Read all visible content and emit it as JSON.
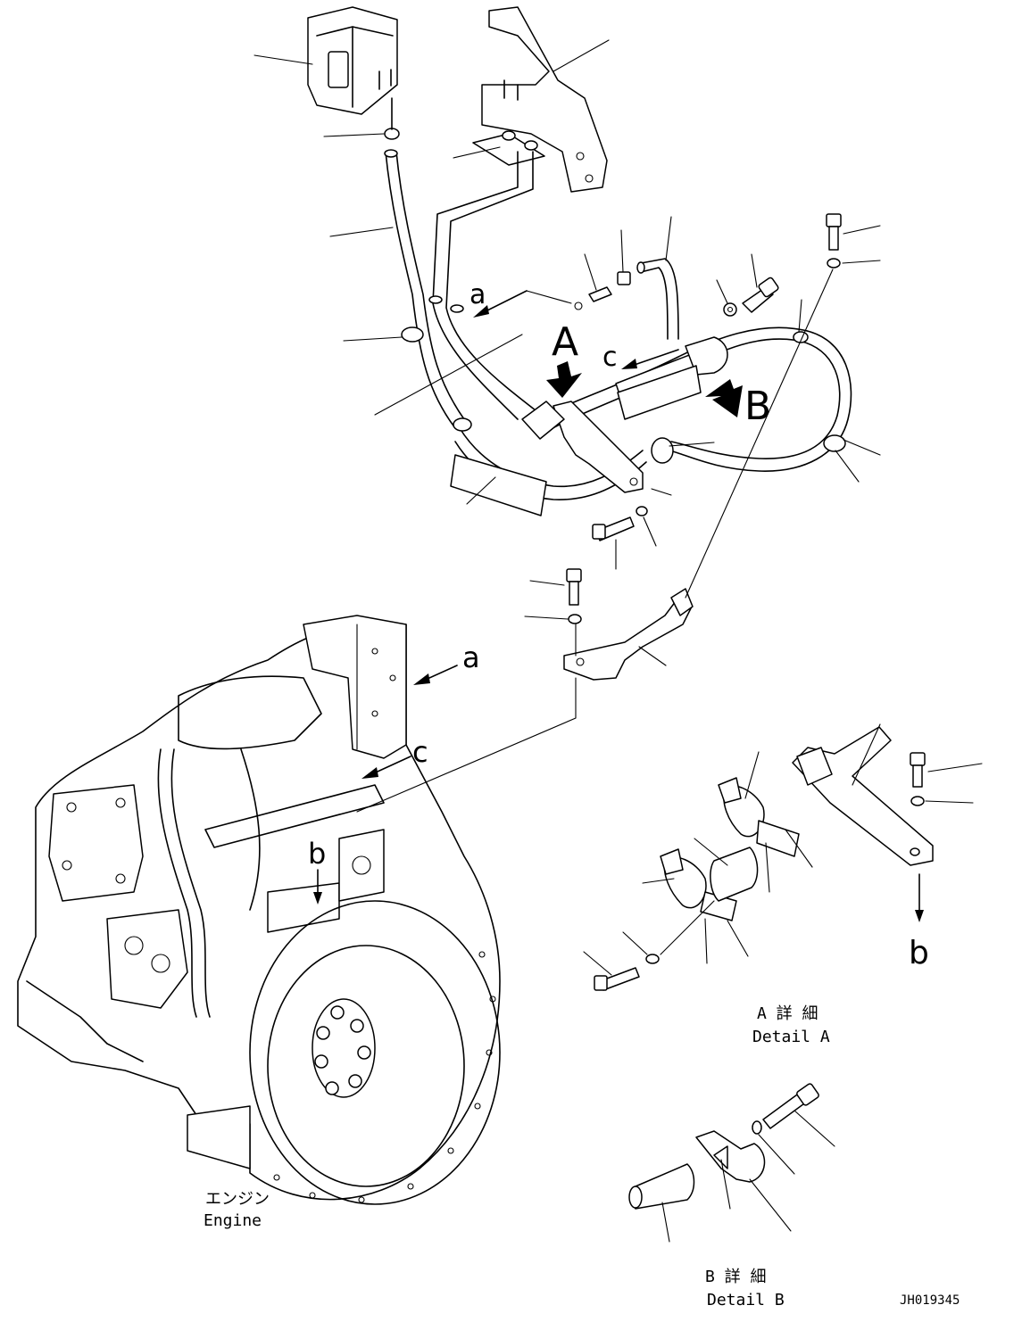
{
  "view_labels": {
    "a_top": "a",
    "c_top": "c",
    "A_big": "A",
    "B_big": "B",
    "a_engine": "a",
    "c_engine": "c",
    "b_engine": "b",
    "b_detail": "b"
  },
  "detail_a": {
    "title_jp": "A 詳 細",
    "title_en": "Detail A"
  },
  "detail_b": {
    "title_jp": "B 詳 細",
    "title_en": "Detail B"
  },
  "engine": {
    "label_jp": "エンジン",
    "label_en": "Engine"
  },
  "drawing_number": "JH019345"
}
